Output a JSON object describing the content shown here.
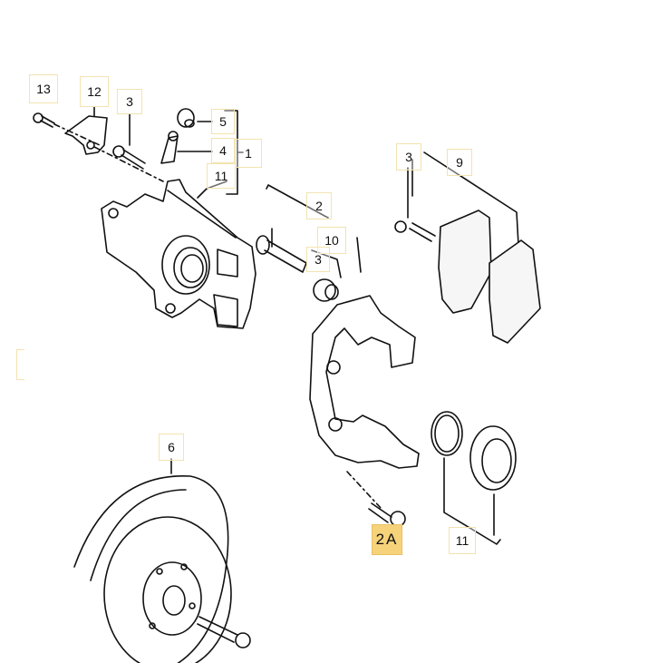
{
  "diagram": {
    "labels": {
      "p13": "13",
      "p12": "12",
      "p3a": "3",
      "p5": "5",
      "p4": "4",
      "p1": "1",
      "p11a": "11",
      "p2": "2",
      "p10": "10",
      "p3b": "3",
      "p3c": "3",
      "p9": "9",
      "p6": "6",
      "p2A": "2A",
      "p11b": "11"
    },
    "highlight_color": "#f6d37a"
  }
}
